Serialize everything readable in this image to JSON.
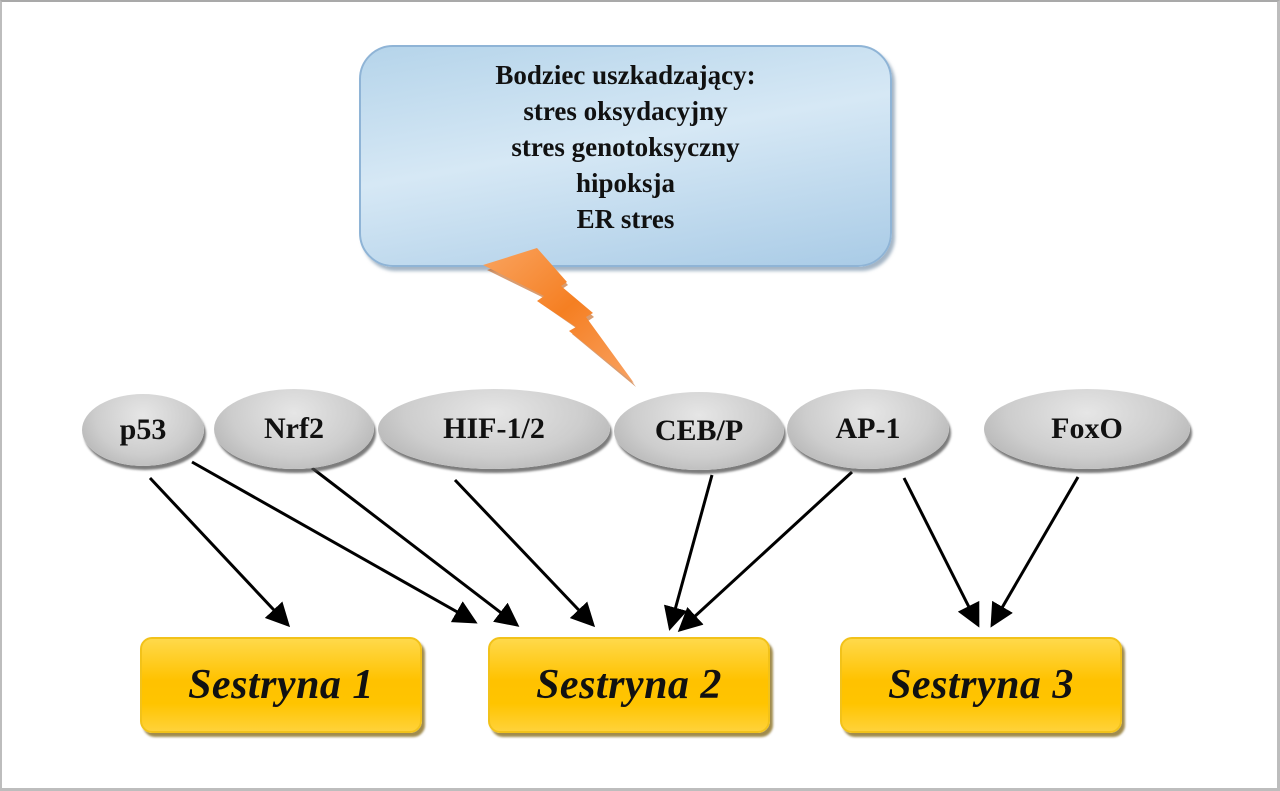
{
  "stimulus": {
    "title": "Bodziec uszkadzający:",
    "items": [
      "stres oksydacyjny",
      "stres genotoksyczny",
      "hipoksja",
      "ER stres"
    ],
    "color": "#c3ddf0"
  },
  "transcription_factors": [
    {
      "id": "p53",
      "label": "p53"
    },
    {
      "id": "nrf2",
      "label": "Nrf2"
    },
    {
      "id": "hif",
      "label": "HIF-1/2"
    },
    {
      "id": "cebp",
      "label": "CEB/P"
    },
    {
      "id": "ap1",
      "label": "AP-1"
    },
    {
      "id": "foxo",
      "label": "FoxO"
    }
  ],
  "targets": [
    {
      "id": "s1",
      "label": "Sestryna 1"
    },
    {
      "id": "s2",
      "label": "Sestryna 2"
    },
    {
      "id": "s3",
      "label": "Sestryna 3"
    }
  ],
  "edges": [
    {
      "from": "p53",
      "to": "s1"
    },
    {
      "from": "p53",
      "to": "s2"
    },
    {
      "from": "nrf2",
      "to": "s2"
    },
    {
      "from": "hif",
      "to": "s2"
    },
    {
      "from": "cebp",
      "to": "s2"
    },
    {
      "from": "ap1",
      "to": "s2"
    },
    {
      "from": "ap1",
      "to": "s3"
    },
    {
      "from": "foxo",
      "to": "s3"
    }
  ],
  "colors": {
    "factor_fill": "#c8c8c8",
    "target_fill": "#ffc300",
    "lightning": "#f7892e",
    "arrow": "#000000"
  }
}
